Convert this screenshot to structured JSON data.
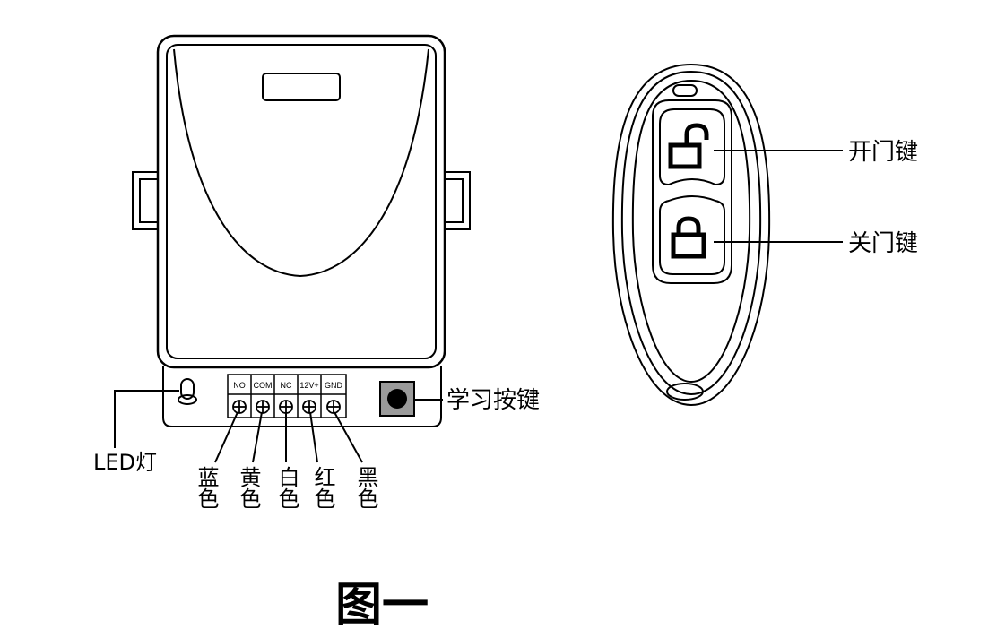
{
  "terminals": [
    "NO",
    "COM",
    "NC",
    "12V+",
    "GND"
  ],
  "wire_colors": [
    "蓝色",
    "黄色",
    "白色",
    "红色",
    "黑色"
  ],
  "labels": {
    "led": "LED灯",
    "learn_button": "学习按键",
    "open_key": "开门键",
    "close_key": "关门键"
  },
  "caption": "图一"
}
